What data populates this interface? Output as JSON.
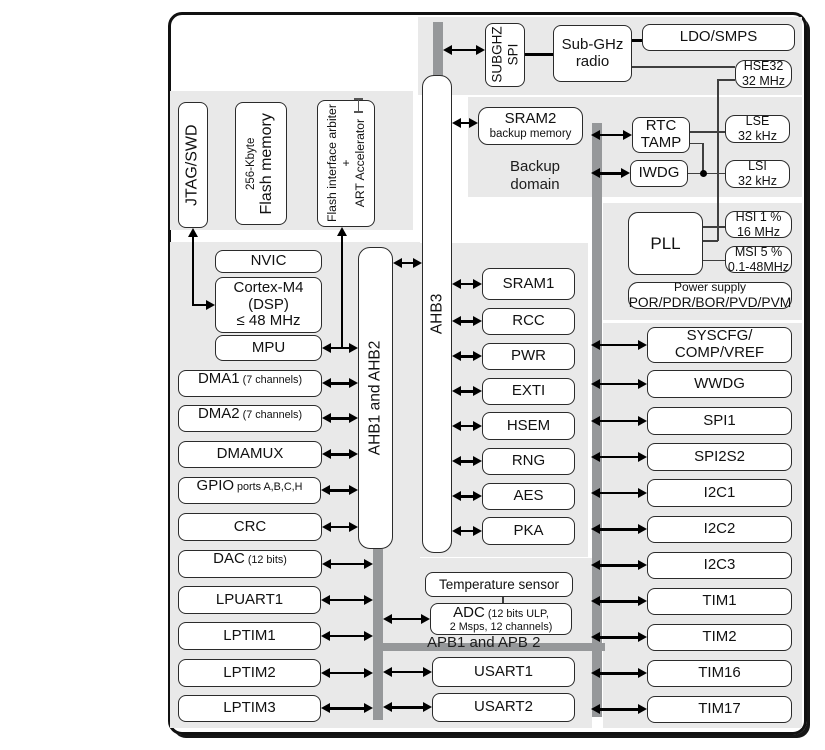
{
  "blocks": {
    "jtag": "JTAG/SWD",
    "flash_small": "256-Kbyte",
    "flash_big": "Flash memory",
    "arbiter_l1": "Flash interface arbiter",
    "arbiter_l2": "+",
    "arbiter_l3": "ART Accelerator",
    "subghz_l1": "SUBGHZ",
    "subghz_l2": "SPI",
    "radio_l1": "Sub-GHz",
    "radio_l2": "radio",
    "ldo": "LDO/SMPS",
    "nvic": "NVIC",
    "cortex_l1": "Cortex-M4",
    "cortex_l2": "(DSP)",
    "cortex_l3": "≤ 48 MHz",
    "mpu": "MPU",
    "sram2": "SRAM2",
    "sram2_sub": "backup memory",
    "backup_l1": "Backup",
    "backup_l2": "domain",
    "rtc_l1": "RTC",
    "rtc_l2": "TAMP",
    "iwdg": "IWDG",
    "pll": "PLL",
    "power_l1": "Power supply",
    "power_l2": "POR/PDR/BOR/PVD/PVM",
    "temp_sensor": "Temperature sensor",
    "adc": "ADC",
    "adc_sub1": "(12 bits ULP,",
    "adc_sub2": "2 Msps, 12 channels)",
    "usart1": "USART1",
    "usart2": "USART2"
  },
  "clocks": {
    "hse_l1": "HSE32",
    "hse_l2": "32 MHz",
    "lse_l1": "LSE",
    "lse_l2": "32 kHz",
    "lsi_l1": "LSI",
    "lsi_l2": "32 kHz",
    "hsi_l1": "HSI 1 %",
    "hsi_l2": "16 MHz",
    "msi_l1": "MSI 5 %",
    "msi_l2": "0.1-48MHz"
  },
  "buses": {
    "ahb12": "AHB1 and AHB2",
    "ahb3": "AHB3",
    "apb": "APB1 and APB 2"
  },
  "left_column": [
    {
      "label": "DMA1",
      "sub": "(7 channels)"
    },
    {
      "label": "DMA2",
      "sub": "(7 channels)"
    },
    {
      "label": "DMAMUX",
      "sub": ""
    },
    {
      "label": "GPIO",
      "sub": "ports A,B,C,H"
    },
    {
      "label": "CRC",
      "sub": ""
    },
    {
      "label": "DAC",
      "sub": "(12 bits)"
    },
    {
      "label": "LPUART1",
      "sub": ""
    },
    {
      "label": "LPTIM1",
      "sub": ""
    },
    {
      "label": "LPTIM2",
      "sub": ""
    },
    {
      "label": "LPTIM3",
      "sub": ""
    }
  ],
  "mid_column": [
    "SRAM1",
    "RCC",
    "PWR",
    "EXTI",
    "HSEM",
    "RNG",
    "AES",
    "PKA"
  ],
  "right_column": [
    {
      "l1": "SYSCFG/",
      "l2": "COMP/VREF"
    },
    {
      "l1": "WWDG"
    },
    {
      "l1": "SPI1"
    },
    {
      "l1": "SPI2S2"
    },
    {
      "l1": "I2C1"
    },
    {
      "l1": "I2C2"
    },
    {
      "l1": "I2C3"
    },
    {
      "l1": "TIM1"
    },
    {
      "l1": "TIM2"
    },
    {
      "l1": "TIM16"
    },
    {
      "l1": "TIM17"
    }
  ],
  "colors": {
    "panel": "#e9e9e9",
    "bus_bar": "#96989a",
    "box_border": "#2b2b2b",
    "arrow": "#000000"
  }
}
